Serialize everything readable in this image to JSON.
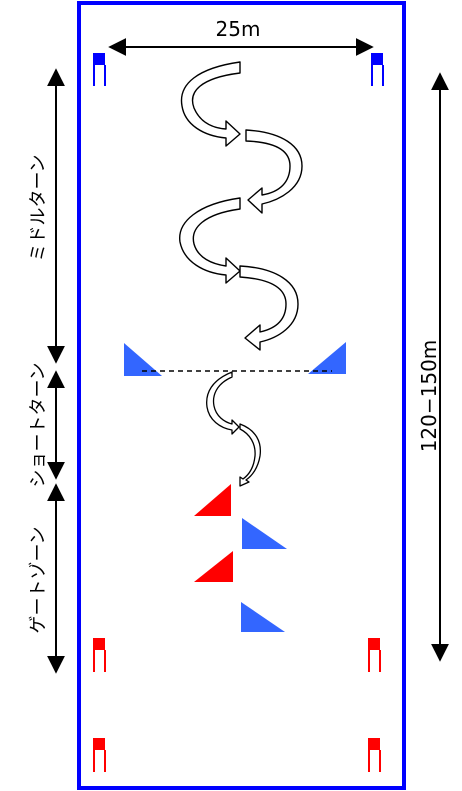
{
  "labels": {
    "width": "25m",
    "length": "120−150m",
    "middle_turn": "ミドルターン",
    "short_turn": "ショートターン",
    "gate_zone": "ゲートゾーン"
  },
  "colors": {
    "border": "#0000ff",
    "blue_flag": "#0000ff",
    "red_flag": "#ff0000",
    "blue_triangle": "#3366ff",
    "red_triangle": "#ff0000"
  }
}
